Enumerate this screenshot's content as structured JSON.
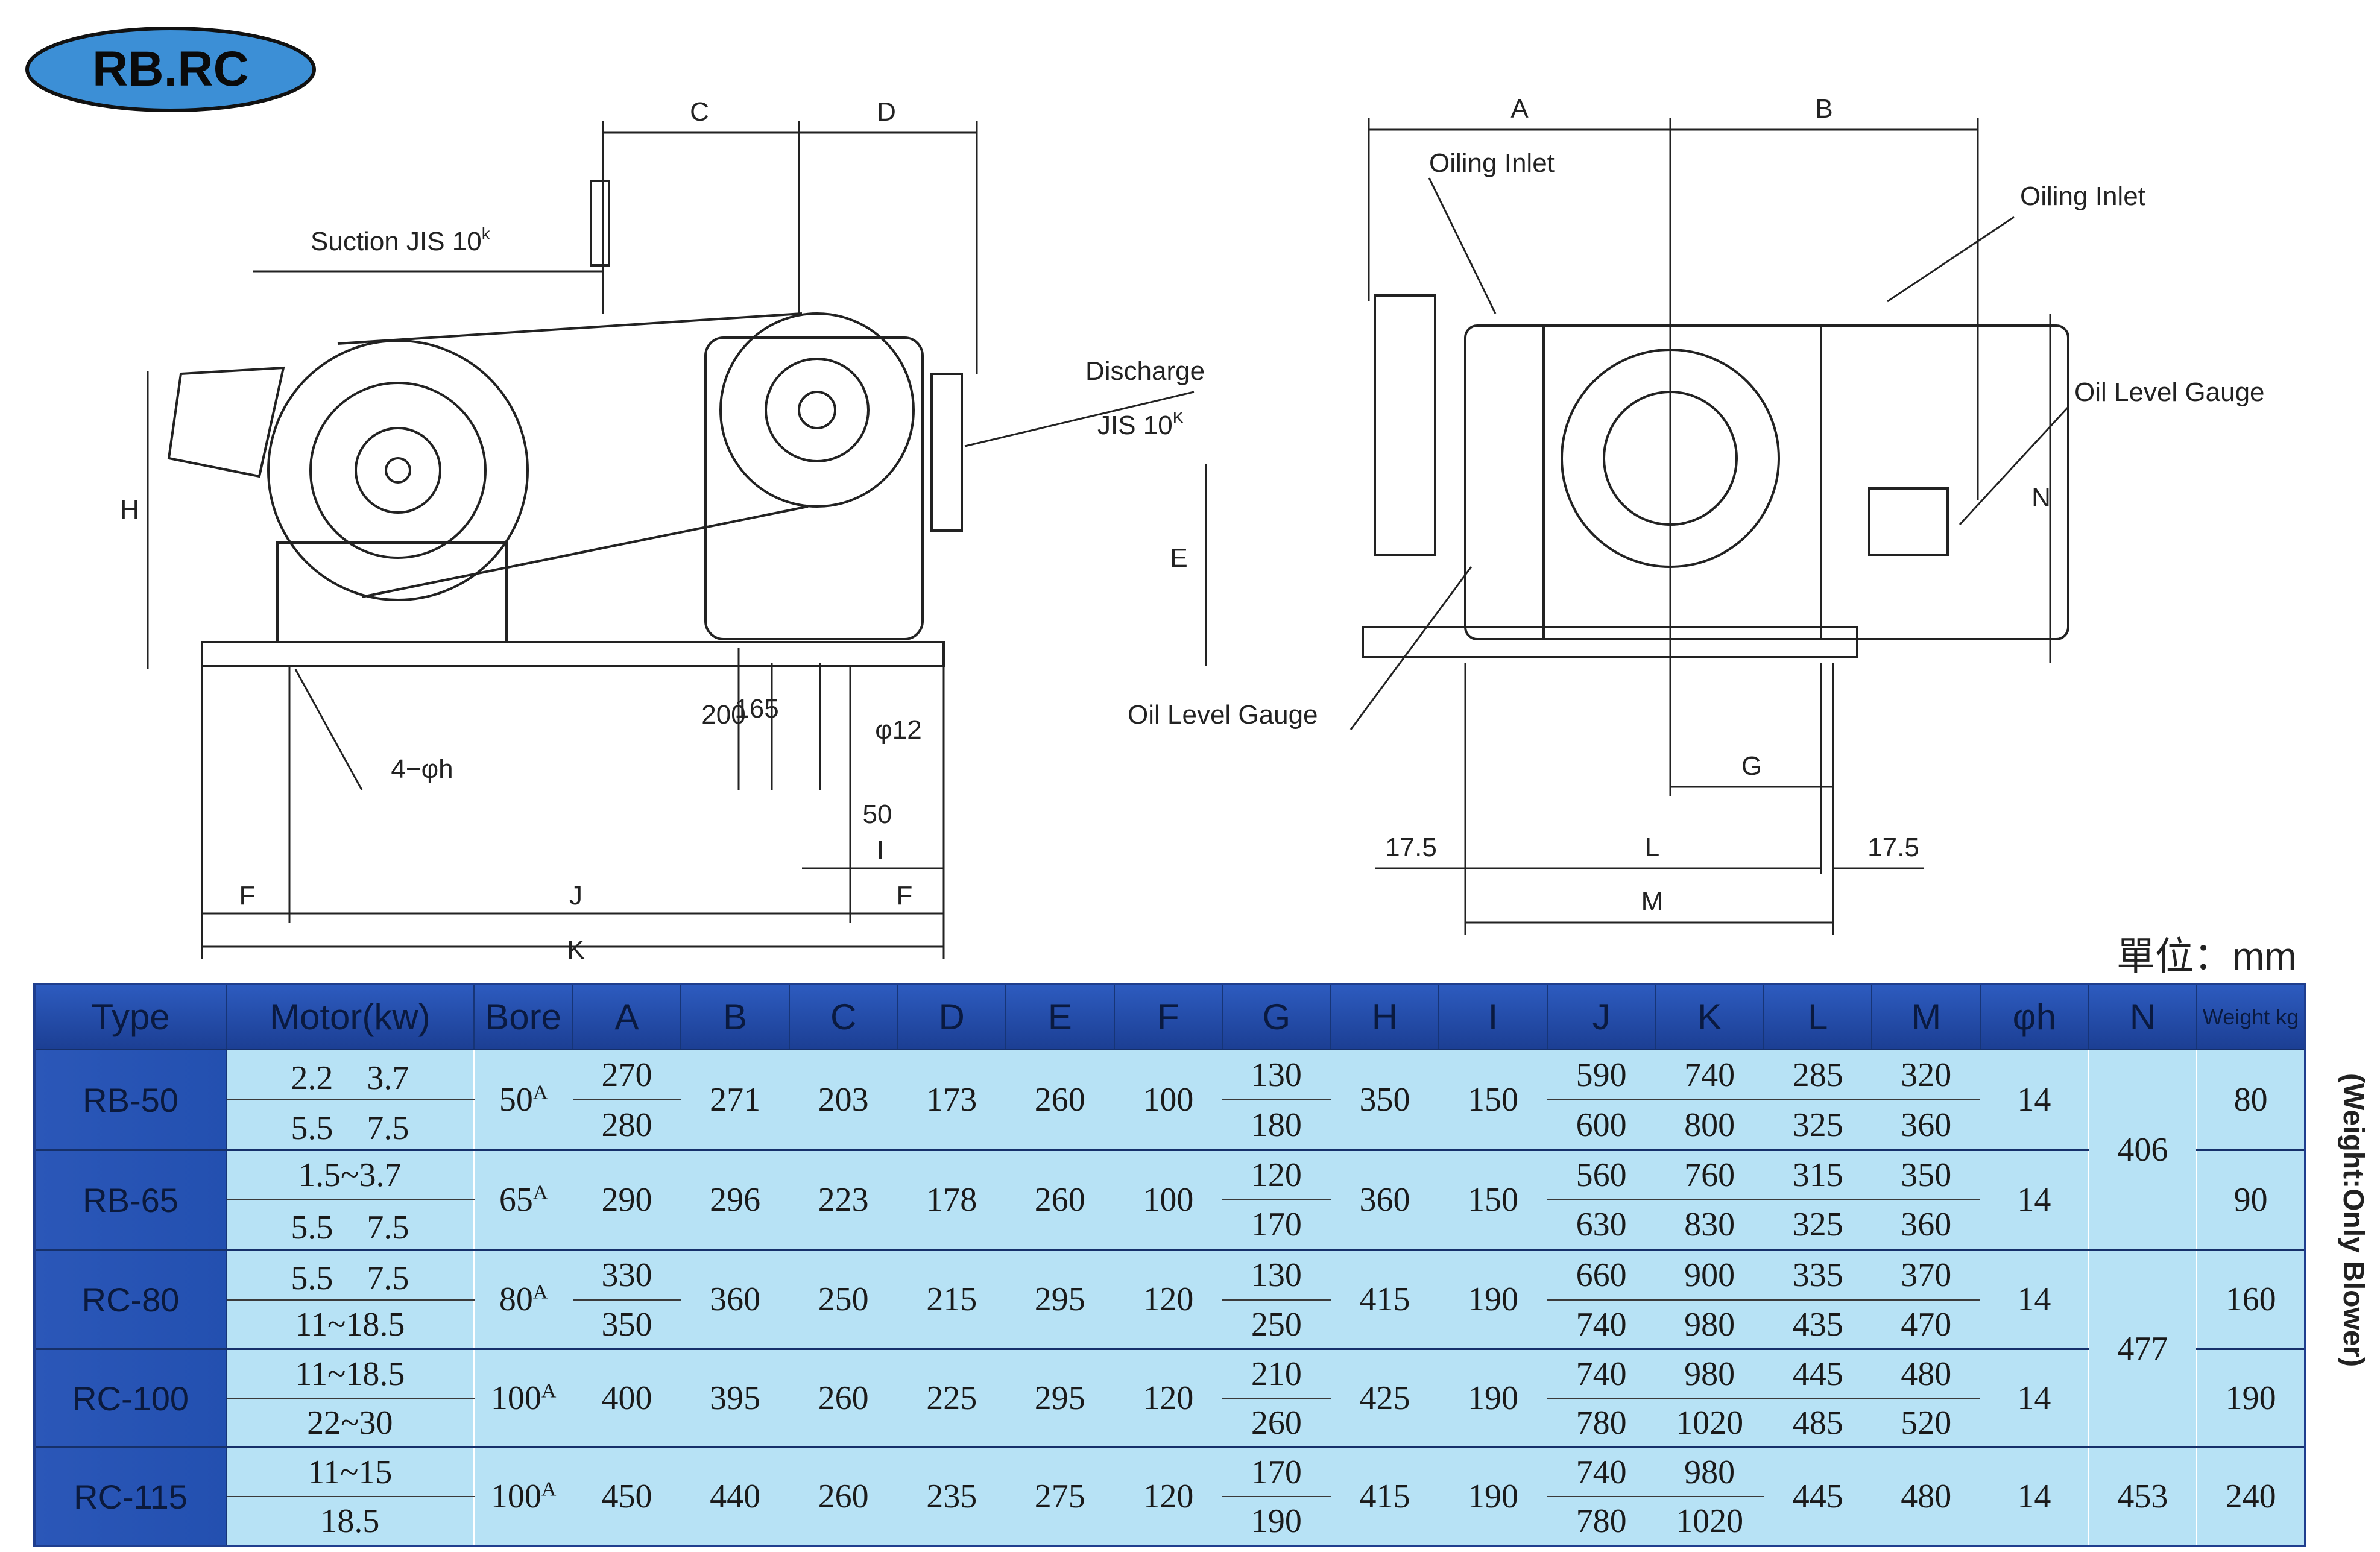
{
  "logo": {
    "text": "RB.RC"
  },
  "left_drawing": {
    "dims": [
      "C",
      "D",
      "H",
      "E",
      "F",
      "J",
      "F",
      "K",
      "I",
      "200",
      "165",
      "50",
      "φ12",
      "4−φh"
    ],
    "labels": {
      "suction": "Suction JIS 10",
      "suction_sup": "k",
      "discharge": "Discharge",
      "jis": "JIS 10",
      "jis_sup": "K"
    }
  },
  "right_drawing": {
    "dims": [
      "A",
      "B",
      "N",
      "G",
      "L",
      "M",
      "17.5",
      "17.5"
    ],
    "labels": {
      "oiling_inlet_1": "Oiling Inlet",
      "oiling_inlet_2": "Oiling Inlet",
      "oil_level_gauge_1": "Oil Level Gauge",
      "oil_level_gauge_2": "Oil Level Gauge"
    }
  },
  "unit": "單位：mm",
  "side_note": "(Weight:Only Blower)",
  "table": {
    "headers": [
      "Type",
      "Motor(kw)",
      "Bore",
      "A",
      "B",
      "C",
      "D",
      "E",
      "F",
      "G",
      "H",
      "I",
      "J",
      "K",
      "L",
      "M",
      "φh",
      "N",
      "Weight kg"
    ],
    "rows": [
      {
        "type": "RB-50",
        "motor": [
          "2.2　3.7",
          "5.5　7.5"
        ],
        "bore": "50",
        "bore_sup": "A",
        "A": [
          "270",
          "280"
        ],
        "B": "271",
        "C": "203",
        "D": "173",
        "E": "260",
        "F": "100",
        "G": [
          "130",
          "180"
        ],
        "H": "350",
        "I": "150",
        "J": [
          "590",
          "600"
        ],
        "K": [
          "740",
          "800"
        ],
        "L": [
          "285",
          "325"
        ],
        "M": [
          "320",
          "360"
        ],
        "phi_h": "14",
        "weight": "80"
      },
      {
        "type": "RB-65",
        "motor": [
          "1.5~3.7",
          "5.5　7.5"
        ],
        "bore": "65",
        "bore_sup": "A",
        "A": [
          "290"
        ],
        "B": "296",
        "C": "223",
        "D": "178",
        "E": "260",
        "F": "100",
        "G": [
          "120",
          "170"
        ],
        "H": "360",
        "I": "150",
        "J": [
          "560",
          "630"
        ],
        "K": [
          "760",
          "830"
        ],
        "L": [
          "315",
          "325"
        ],
        "M": [
          "350",
          "360"
        ],
        "phi_h": "14",
        "weight": "90"
      },
      {
        "type": "RC-80",
        "motor": [
          "5.5　7.5",
          "11~18.5"
        ],
        "bore": "80",
        "bore_sup": "A",
        "A": [
          "330",
          "350"
        ],
        "B": "360",
        "C": "250",
        "D": "215",
        "E": "295",
        "F": "120",
        "G": [
          "130",
          "250"
        ],
        "H": "415",
        "I": "190",
        "J": [
          "660",
          "740"
        ],
        "K": [
          "900",
          "980"
        ],
        "L": [
          "335",
          "435"
        ],
        "M": [
          "370",
          "470"
        ],
        "phi_h": "14",
        "weight": "160"
      },
      {
        "type": "RC-100",
        "motor": [
          "11~18.5",
          "22~30"
        ],
        "bore": "100",
        "bore_sup": "A",
        "A": [
          "400"
        ],
        "B": "395",
        "C": "260",
        "D": "225",
        "E": "295",
        "F": "120",
        "G": [
          "210",
          "260"
        ],
        "H": "425",
        "I": "190",
        "J": [
          "740",
          "780"
        ],
        "K": [
          "980",
          "1020"
        ],
        "L": [
          "445",
          "485"
        ],
        "M": [
          "480",
          "520"
        ],
        "phi_h": "14",
        "weight": "190"
      },
      {
        "type": "RC-115",
        "motor": [
          "11~15",
          "18.5"
        ],
        "bore": "100",
        "bore_sup": "A",
        "A": [
          "450"
        ],
        "B": "440",
        "C": "260",
        "D": "235",
        "E": "275",
        "F": "120",
        "G": [
          "170",
          "190"
        ],
        "H": "415",
        "I": "190",
        "J": [
          "740",
          "780"
        ],
        "K": [
          "980",
          "1020"
        ],
        "L": [
          "445"
        ],
        "M": [
          "480"
        ],
        "phi_h": "14",
        "N": "453",
        "weight": "240"
      }
    ],
    "N_groups": [
      "406",
      "477"
    ]
  }
}
